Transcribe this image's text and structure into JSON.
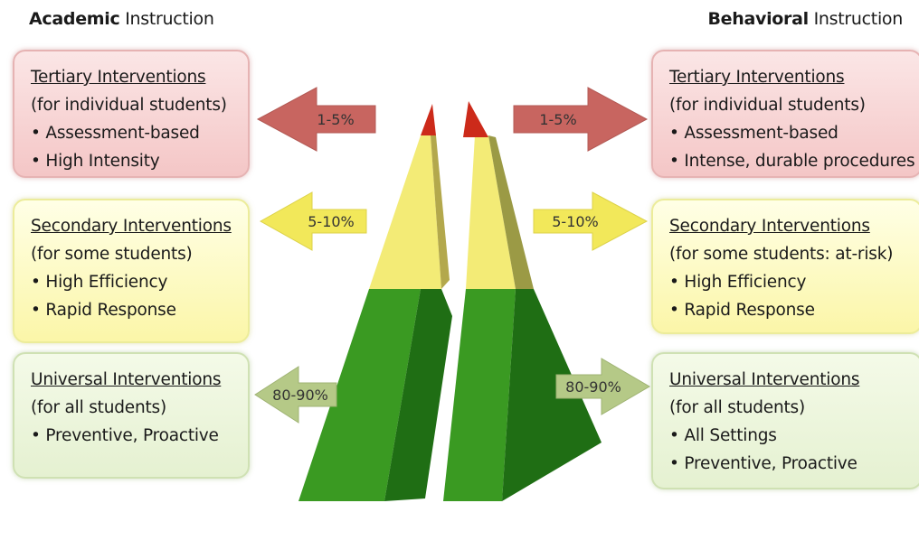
{
  "headings": {
    "left": {
      "bold": "Academic",
      "rest": " Instruction"
    },
    "right": {
      "bold": "Behavioral",
      "rest": " Instruction"
    }
  },
  "colors": {
    "tertiary": "#f4c6c6",
    "secondary": "#fbf6a8",
    "universal": "#e5f1d1",
    "pyramid_green": "#2e8b1e",
    "pyramid_yellow": "#f3eb76",
    "pyramid_red": "#cc2a1a"
  },
  "academic": {
    "tertiary": {
      "title": "Tertiary Interventions",
      "subtitle": "(for individual students)",
      "bullets": [
        "Assessment-based",
        "High Intensity"
      ],
      "percent": "1-5%"
    },
    "secondary": {
      "title": "Secondary Interventions",
      "subtitle": "(for some students)",
      "bullets": [
        "High Efficiency",
        "Rapid Response"
      ],
      "percent": "5-10%"
    },
    "universal": {
      "title": "Universal Interventions",
      "subtitle": "(for all students)",
      "bullets": [
        "Preventive, Proactive"
      ],
      "percent": "80-90%"
    }
  },
  "behavioral": {
    "tertiary": {
      "title": "Tertiary Interventions",
      "subtitle": "(for individual students)",
      "bullets": [
        "Assessment-based",
        "Intense, durable procedures"
      ],
      "percent": "1-5%"
    },
    "secondary": {
      "title": "Secondary Interventions",
      "subtitle": "(for some students: at-risk)",
      "bullets": [
        "High Efficiency",
        "Rapid Response"
      ],
      "percent": "5-10%"
    },
    "universal": {
      "title": "Universal Interventions",
      "subtitle": "(for all students)",
      "bullets": [
        "All Settings",
        "Preventive, Proactive"
      ],
      "percent": "80-90%"
    }
  }
}
